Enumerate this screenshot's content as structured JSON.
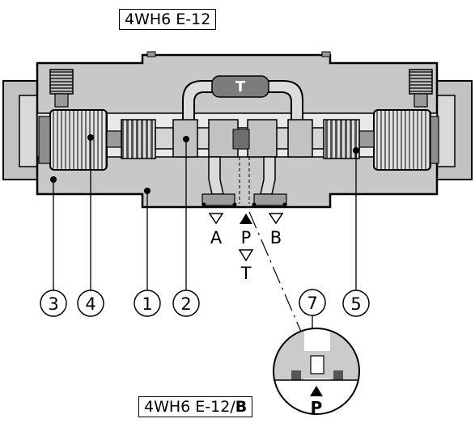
{
  "title_top": "4WH6 E-12",
  "title_bottom_prefix": "4WH6 E-12/",
  "title_bottom_suffix": "B",
  "port_labels": {
    "a": "A",
    "p": "P",
    "b": "B",
    "t": "T",
    "t_channel": "T",
    "detail_p": "P"
  },
  "callouts": [
    "3",
    "4",
    "1",
    "2",
    "7",
    "5"
  ],
  "colors": {
    "body": "#c7c7c7",
    "dark": "#7a7a7a",
    "line": "#000000",
    "channel": "#eeeeee"
  }
}
